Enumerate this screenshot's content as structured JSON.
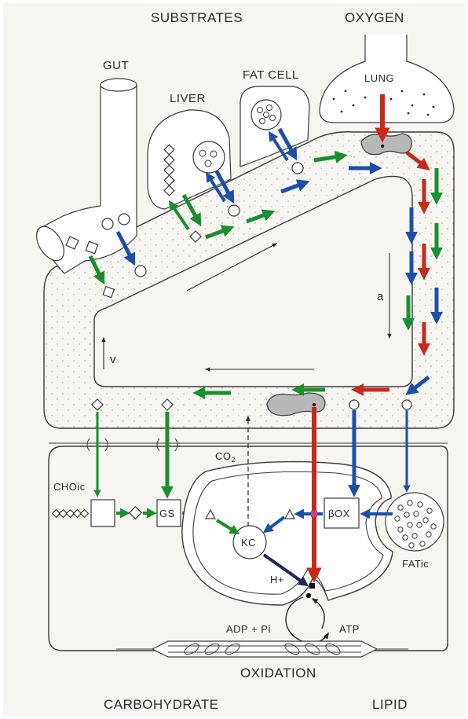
{
  "labels": {
    "substrates": "SUBSTRATES",
    "oxygen": "OXYGEN",
    "gut": "GUT",
    "liver": "LIVER",
    "fat_cell": "FAT CELL",
    "lung": "LUNG",
    "a": "a",
    "v": "v",
    "co2": "CO",
    "co2_sub": "2",
    "cho_ic": "CHOic",
    "gs": "GS",
    "box": "βOX",
    "kc": "KC",
    "h_plus": "H+",
    "fat_ic": "FATic",
    "adp_pi": "ADP + Pi",
    "atp": "ATP",
    "oxidation": "OXIDATION",
    "carbohydrate": "CARBOHYDRATE",
    "lipid": "LIPID"
  },
  "colors": {
    "red": "#c62a1a",
    "green": "#1a8f2e",
    "blue": "#1e4fa8",
    "navy": "#1f2660",
    "magenta": "#d0407a",
    "gray": "#b8b8b8",
    "outline": "#3a3a3a",
    "background": "#f6f5f1"
  }
}
